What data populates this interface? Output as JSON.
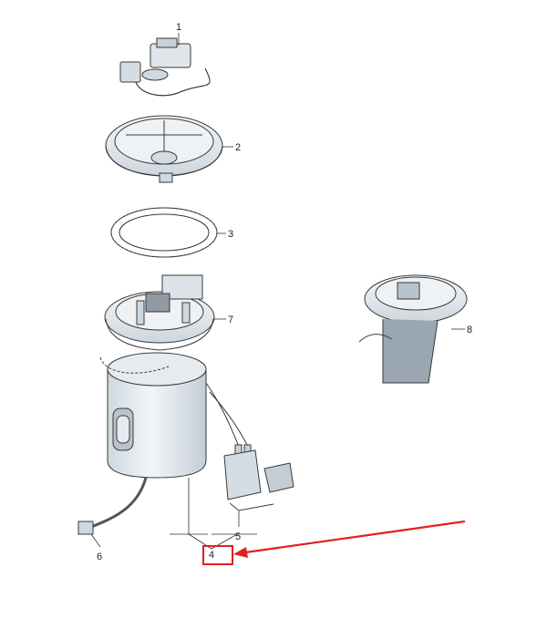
{
  "diagram": {
    "callouts": [
      {
        "id": "1",
        "label": "1"
      },
      {
        "id": "2",
        "label": "2"
      },
      {
        "id": "3",
        "label": "3"
      },
      {
        "id": "7",
        "label": "7"
      },
      {
        "id": "8",
        "label": "8"
      },
      {
        "id": "5",
        "label": "5"
      },
      {
        "id": "6",
        "label": "6"
      },
      {
        "id": "4",
        "label": "4"
      }
    ],
    "highlight": {
      "target": "4",
      "color": "#e02020"
    },
    "colors": {
      "part_fill": "#e9eef3",
      "part_shade": "#c9d3dc",
      "outline": "#3a3a3a",
      "highlight": "#e02020"
    }
  }
}
